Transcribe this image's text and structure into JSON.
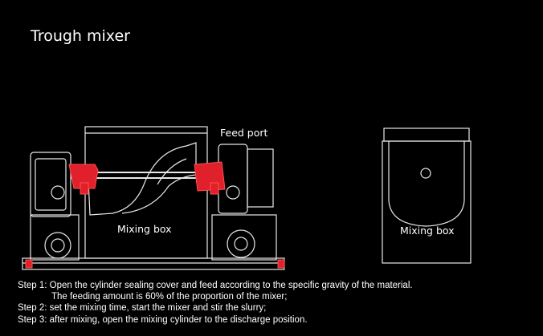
{
  "title": "Trough mixer",
  "labels": {
    "feed_port": "Feed port",
    "mixing_box_side": "Mixing box",
    "mixing_box_end": "Mixing box"
  },
  "steps": [
    "Step 1: Open the cylinder sealing cover and feed according to the specific gravity of the material.",
    "The feeding amount is 60% of the proportion of the mixer;",
    "Step 2: set the mixing time, start the mixer and stir the slurry;",
    "Step 3: after mixing, open the mixing cylinder to the discharge position."
  ],
  "colors": {
    "background": "#000000",
    "line": "#ffffff",
    "accent": "#e0202a"
  }
}
